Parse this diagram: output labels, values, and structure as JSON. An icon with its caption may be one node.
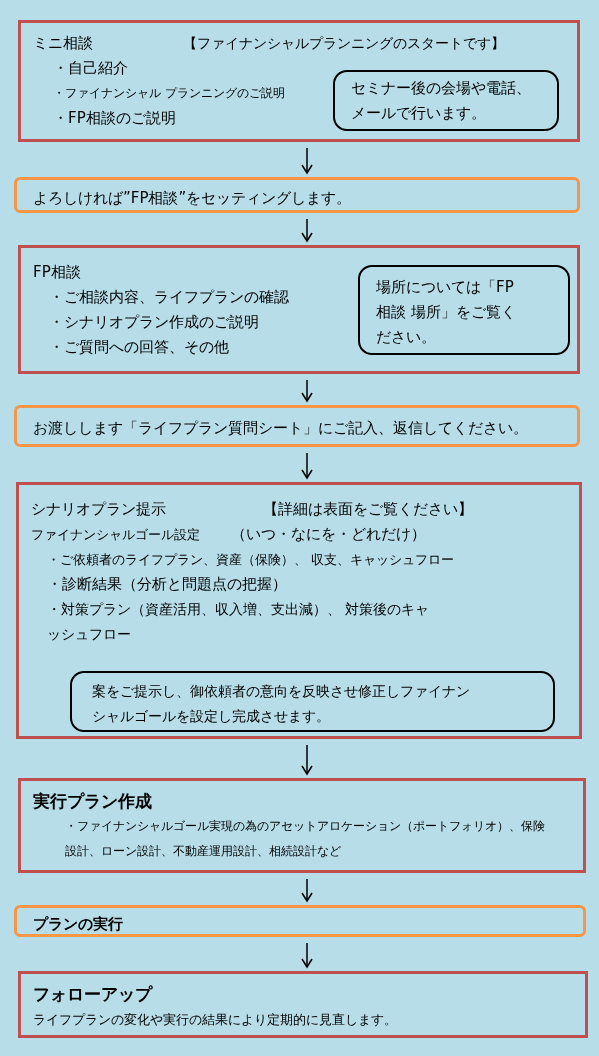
{
  "diagram": {
    "nodes": [
      {
        "text": [
          "ミニ相談",
          "【ファイナンシャルプランニングのスタートです】",
          "・自己紹介",
          "・ファイナンシャル プランニングのご説明",
          "・FP相談のご説明"
        ]
      },
      {
        "text": [
          "セミナー後の会場や電話、メールで行います。"
        ],
        "in": 0
      },
      {
        "text": [
          "よろしければ”FP相談”をセッティングします。"
        ]
      },
      {
        "text": [
          "FP相談",
          "・ご相談内容、ライフプランの確認",
          "・シナリオプラン作成のご説明",
          "・ご質問への回答、その他"
        ]
      },
      {
        "text": [
          "場所については「FP相談 場所」をご覧ください。"
        ],
        "in": 3
      },
      {
        "text": [
          "お渡しします「ライフプラン質問シート」にご記入、返信してください。"
        ]
      },
      {
        "text": [
          "シナリオプラン提示",
          "【詳細は表面をご覧ください】",
          "ファイナンシャルゴール設定",
          "（いつ・なにを・どれだけ）",
          "・ご依頼者のライフプラン、資産（保険）、 収支、キャッシュフロー",
          "・診断結果（分析と問題点の把握）",
          "・対策プラン（資産活用、収入増、支出減）、 対策後のキャッシュフロー"
        ]
      },
      {
        "text": [
          "案をご提示し、御依頼者の意向を反映させ修正しファイナンシャルゴールを設定し完成させます。"
        ],
        "in": 6
      },
      {
        "text": [
          "実行プラン作成",
          "・ファイナンシャルゴール実現の為のアセットアロケーション（ポートフォリオ）、保険設計、ローン設計、不動産運用設計、相続設計など"
        ]
      },
      {
        "text": [
          "プランの実行"
        ]
      },
      {
        "text": [
          "フォローアップ",
          "ライフプランの変化や実行の結果により定期的に見直します。"
        ]
      }
    ],
    "edges": [
      {
        "from": 0,
        "to": 2,
        "arrow": "to"
      },
      {
        "from": 2,
        "to": 3,
        "arrow": "to"
      },
      {
        "from": 3,
        "to": 5,
        "arrow": "to"
      },
      {
        "from": 5,
        "to": 6,
        "arrow": "to"
      },
      {
        "from": 6,
        "to": 8,
        "arrow": "to"
      },
      {
        "from": 8,
        "to": 9,
        "arrow": "to"
      },
      {
        "from": 9,
        "to": 10,
        "arrow": "to"
      }
    ]
  }
}
